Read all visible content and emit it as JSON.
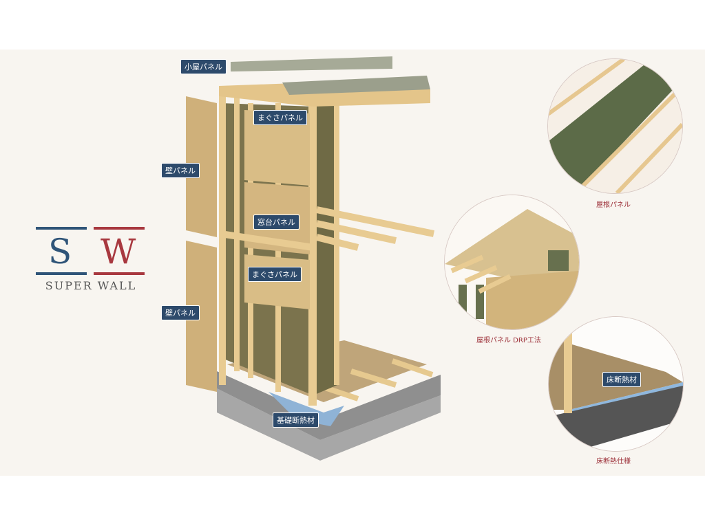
{
  "logo": {
    "letter_s": "S",
    "letter_w": "W",
    "subtitle": "SUPER WALL",
    "colors": {
      "blue": "#2f5478",
      "red": "#a8383f"
    }
  },
  "labels": {
    "roof_small": "小屋パネル",
    "lintel_upper": "まぐさパネル",
    "wall_upper": "壁パネル",
    "sill": "窓台パネル",
    "lintel_lower": "まぐさパネル",
    "wall_lower": "壁パネル",
    "foundation_insulation": "基礎断熱材",
    "floor_insulation": "床断熱材"
  },
  "details": {
    "roof_panel": "屋根パネル",
    "roof_panel_drp": "屋根パネル DRP工法",
    "floor_spec": "床断熱仕様"
  }
}
